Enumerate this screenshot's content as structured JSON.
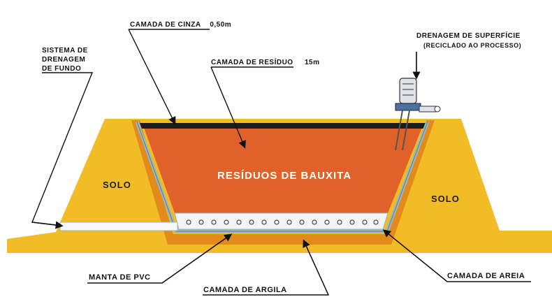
{
  "labels": {
    "camada_cinza": "CAMADA DE CINZA",
    "camada_cinza_value": "0,50m",
    "sistema_drenagem_line1": "SISTEMA DE",
    "sistema_drenagem_line2": "DRENAGEM",
    "sistema_drenagem_line3": "DE FUNDO",
    "camada_residuo": "CAMADA DE RESÍDUO",
    "camada_residuo_value": "15m",
    "drenagem_superficie": "DRENAGEM DE SUPERFÍCIE",
    "drenagem_superficie_note": "(RECICLADO AO PROCESSO)",
    "residuos_bauxita": "RESÍDUOS DE BAUXITA",
    "solo_left": "SOLO",
    "solo_right": "SOLO",
    "manta_pvc": "MANTA DE  PVC",
    "camada_argila": "CAMADA DE ARGILA",
    "camada_areia": "CAMADA DE AREIA"
  },
  "colors": {
    "solo": "#f2bc27",
    "argila": "#e28a1c",
    "residuo": "#e0622a",
    "cinza": "#1c1c1c",
    "areia": "#f4f4f4",
    "pvc": "#9cb8bf"
  }
}
